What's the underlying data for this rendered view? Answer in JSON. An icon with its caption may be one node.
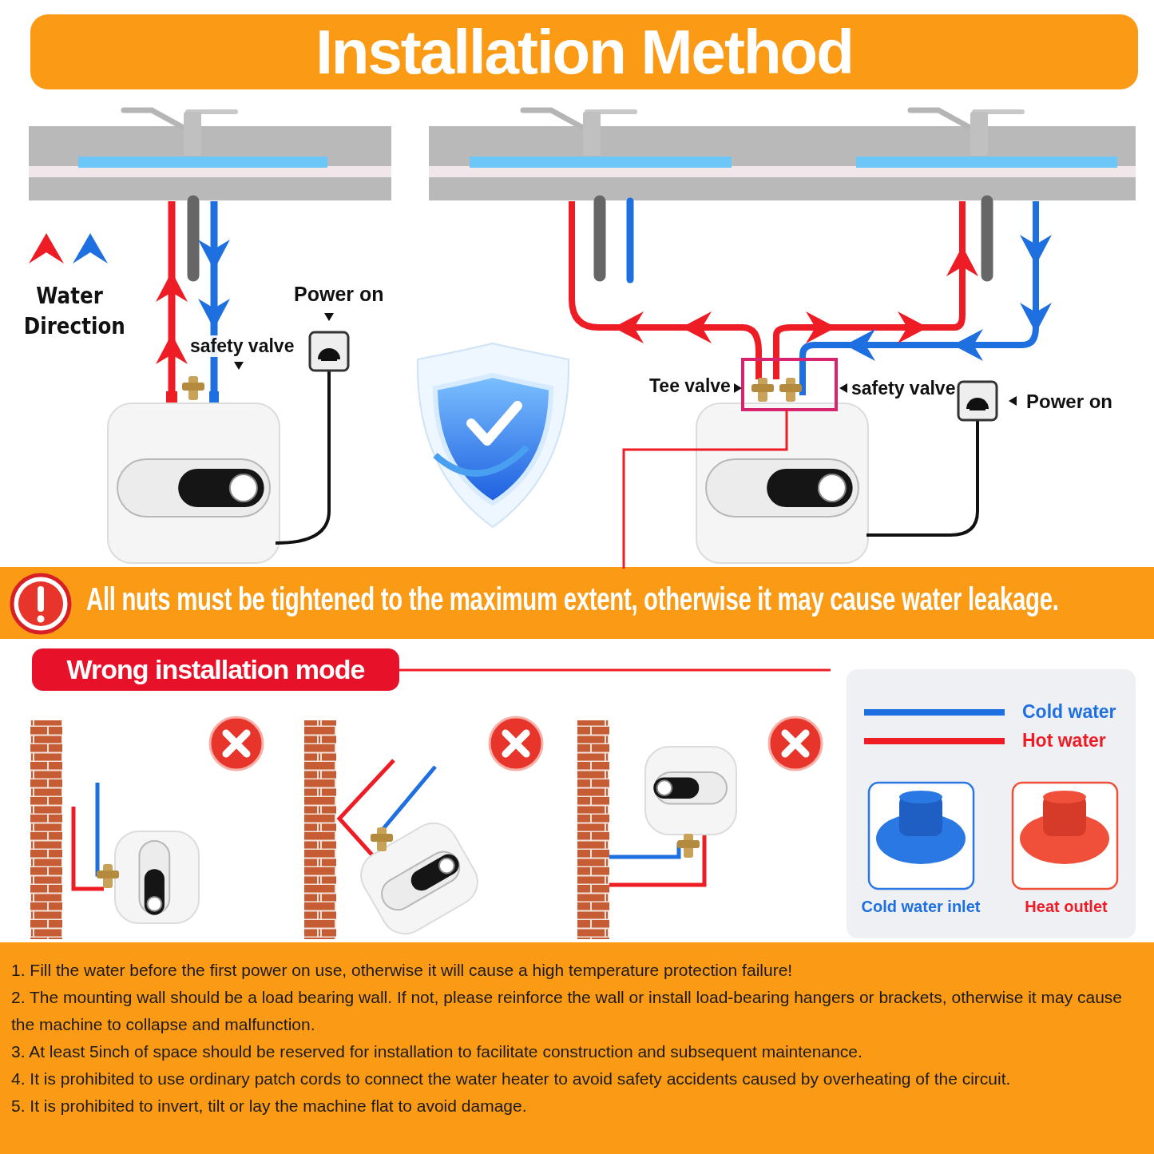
{
  "diagram": {
    "title": "Installation Method",
    "labels": [
      "Water Direction",
      "Power on",
      "safety valve",
      "Tee valve",
      "safety valve",
      "Power on",
      "All nuts must be tightened to the maximum extent, otherwise it may cause water leakage.",
      "Wrong installation mode",
      "Cold water inlet",
      "Heat outlet",
      "1. Fill the water before the first power on use, otherwise it will cause a high temperature protection failure!",
      "2. The mounting wall should be a load bearing wall. If not, please reinforce the wall or install load-bearing hangers or brackets, otherwise it may cause the machine to collapse and malfunction.",
      "3. At least 5inch of space should be reserved for installation to facilitate construction and subsequent maintenance.",
      "4. It is prohibited to use ordinary patch cords to connect the water heater to avoid safety accidents caused by overheating of the circuit.",
      "5. It is prohibited to invert, tilt or lay the machine flat to avoid damage."
    ],
    "legend": [
      {
        "text": "Cold water"
      },
      {
        "text": "Hot water"
      }
    ]
  }
}
